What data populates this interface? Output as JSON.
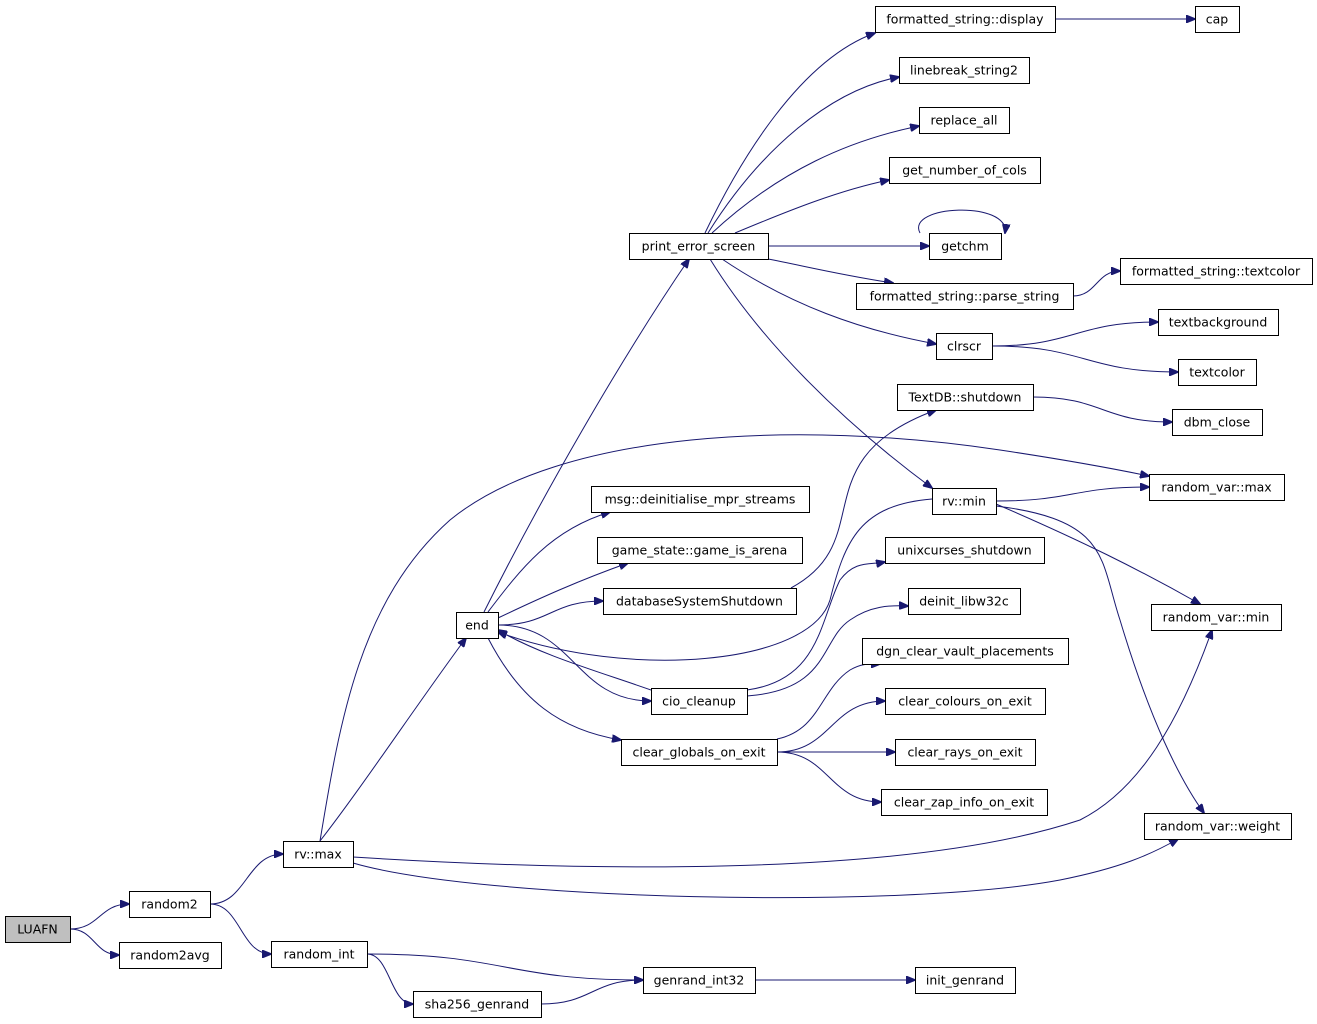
{
  "graph": {
    "nodes": [
      {
        "id": "LUAFN",
        "label": "LUAFN",
        "root": true
      },
      {
        "id": "random2",
        "label": "random2"
      },
      {
        "id": "random2avg",
        "label": "random2avg"
      },
      {
        "id": "rv_max",
        "label": "rv::max"
      },
      {
        "id": "random_int",
        "label": "random_int"
      },
      {
        "id": "sha256_genrand",
        "label": "sha256_genrand"
      },
      {
        "id": "genrand_int32",
        "label": "genrand_int32"
      },
      {
        "id": "init_genrand",
        "label": "init_genrand"
      },
      {
        "id": "end",
        "label": "end"
      },
      {
        "id": "print_error_screen",
        "label": "print_error_screen"
      },
      {
        "id": "msg_deinit",
        "label": "msg::deinitialise_mpr_streams"
      },
      {
        "id": "game_is_arena",
        "label": "game_state::game_is_arena"
      },
      {
        "id": "dbShutdown",
        "label": "databaseSystemShutdown"
      },
      {
        "id": "cio_cleanup",
        "label": "cio_cleanup"
      },
      {
        "id": "clear_globals",
        "label": "clear_globals_on_exit"
      },
      {
        "id": "fs_display",
        "label": "formatted_string::display"
      },
      {
        "id": "cap",
        "label": "cap"
      },
      {
        "id": "linebreak",
        "label": "linebreak_string2"
      },
      {
        "id": "replace_all",
        "label": "replace_all"
      },
      {
        "id": "get_cols",
        "label": "get_number_of_cols"
      },
      {
        "id": "getchm",
        "label": "getchm"
      },
      {
        "id": "fs_parse",
        "label": "formatted_string::parse_string"
      },
      {
        "id": "fs_textcolor",
        "label": "formatted_string::textcolor"
      },
      {
        "id": "clrscr",
        "label": "clrscr"
      },
      {
        "id": "textbackground",
        "label": "textbackground"
      },
      {
        "id": "textcolor",
        "label": "textcolor"
      },
      {
        "id": "textdb_shutdown",
        "label": "TextDB::shutdown"
      },
      {
        "id": "dbm_close",
        "label": "dbm_close"
      },
      {
        "id": "rv_min",
        "label": "rv::min"
      },
      {
        "id": "rvar_max",
        "label": "random_var::max"
      },
      {
        "id": "rvar_min",
        "label": "random_var::min"
      },
      {
        "id": "rvar_weight",
        "label": "random_var::weight"
      },
      {
        "id": "unixcurses",
        "label": "unixcurses_shutdown"
      },
      {
        "id": "deinit_libw32c",
        "label": "deinit_libw32c"
      },
      {
        "id": "dgn_clear",
        "label": "dgn_clear_vault_placements"
      },
      {
        "id": "clear_colours",
        "label": "clear_colours_on_exit"
      },
      {
        "id": "clear_rays",
        "label": "clear_rays_on_exit"
      },
      {
        "id": "clear_zap",
        "label": "clear_zap_info_on_exit"
      }
    ],
    "edges": [
      [
        "LUAFN",
        "random2"
      ],
      [
        "LUAFN",
        "random2avg"
      ],
      [
        "random2",
        "rv_max"
      ],
      [
        "random2",
        "random_int"
      ],
      [
        "random_int",
        "genrand_int32"
      ],
      [
        "random_int",
        "sha256_genrand"
      ],
      [
        "sha256_genrand",
        "genrand_int32"
      ],
      [
        "genrand_int32",
        "init_genrand"
      ],
      [
        "rv_max",
        "end"
      ],
      [
        "rv_max",
        "rvar_max"
      ],
      [
        "rv_max",
        "rvar_min"
      ],
      [
        "rv_max",
        "rvar_weight"
      ],
      [
        "end",
        "print_error_screen"
      ],
      [
        "end",
        "msg_deinit"
      ],
      [
        "end",
        "game_is_arena"
      ],
      [
        "end",
        "dbShutdown"
      ],
      [
        "end",
        "cio_cleanup"
      ],
      [
        "end",
        "clear_globals"
      ],
      [
        "rv_min",
        "end"
      ],
      [
        "cio_cleanup",
        "end"
      ],
      [
        "print_error_screen",
        "fs_display"
      ],
      [
        "print_error_screen",
        "linebreak"
      ],
      [
        "print_error_screen",
        "replace_all"
      ],
      [
        "print_error_screen",
        "get_cols"
      ],
      [
        "print_error_screen",
        "getchm"
      ],
      [
        "print_error_screen",
        "fs_parse"
      ],
      [
        "print_error_screen",
        "clrscr"
      ],
      [
        "print_error_screen",
        "rv_min"
      ],
      [
        "fs_display",
        "cap"
      ],
      [
        "getchm",
        "getchm"
      ],
      [
        "fs_parse",
        "fs_textcolor"
      ],
      [
        "clrscr",
        "textbackground"
      ],
      [
        "clrscr",
        "textcolor"
      ],
      [
        "dbShutdown",
        "textdb_shutdown"
      ],
      [
        "textdb_shutdown",
        "dbm_close"
      ],
      [
        "rv_min",
        "rvar_max"
      ],
      [
        "rv_min",
        "rvar_min"
      ],
      [
        "rv_min",
        "rvar_weight"
      ],
      [
        "cio_cleanup",
        "unixcurses"
      ],
      [
        "cio_cleanup",
        "deinit_libw32c"
      ],
      [
        "clear_globals",
        "dgn_clear"
      ],
      [
        "clear_globals",
        "clear_colours"
      ],
      [
        "clear_globals",
        "clear_rays"
      ],
      [
        "clear_globals",
        "clear_zap"
      ]
    ]
  }
}
